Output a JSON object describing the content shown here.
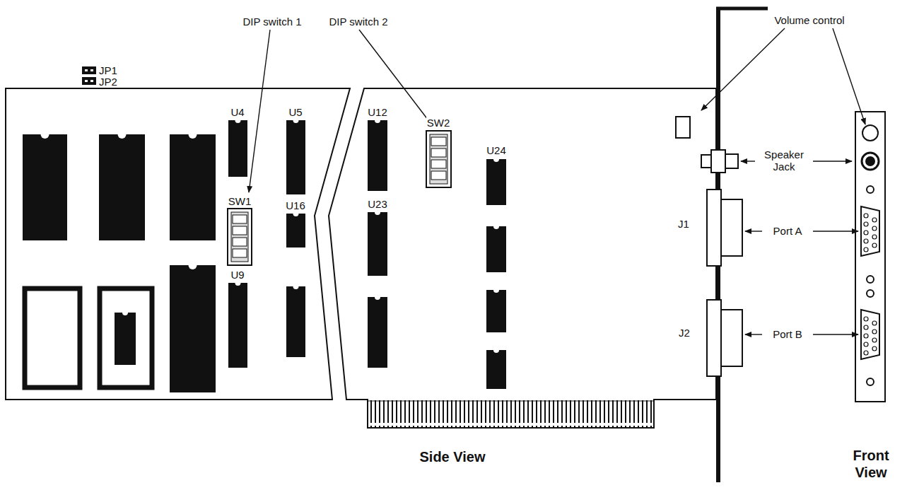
{
  "diagram": {
    "labels": [
      "DIP switch 1",
      "DIP switch 2",
      "Volume control",
      "JP1",
      "JP2",
      "U4",
      "U5",
      "U12",
      "U24",
      "SW1",
      "SW2",
      "U16",
      "U23",
      "U9",
      "Speaker Jack",
      "J1",
      "Port A",
      "J2",
      "Port B",
      "Side View",
      "Front View"
    ]
  }
}
